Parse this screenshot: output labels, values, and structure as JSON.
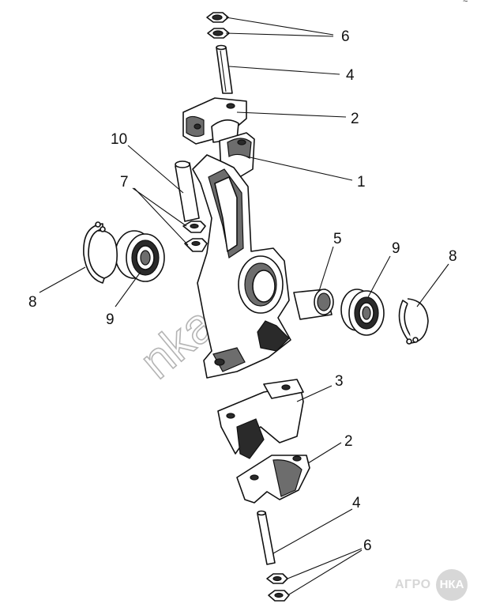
{
  "watermark": "nkaspy",
  "corner_mark": "~",
  "logo": {
    "left": "АГРО",
    "right": "НКА"
  },
  "callouts": {
    "c1": "1",
    "c2_top": "2",
    "c2_bottom": "2",
    "c3": "3",
    "c4_top": "4",
    "c4_bottom": "4",
    "c5": "5",
    "c6_top": "6",
    "c6_bottom": "6",
    "c7": "7",
    "c8_left": "8",
    "c8_right": "8",
    "c9_left": "9",
    "c9_right": "9",
    "c10": "10"
  }
}
